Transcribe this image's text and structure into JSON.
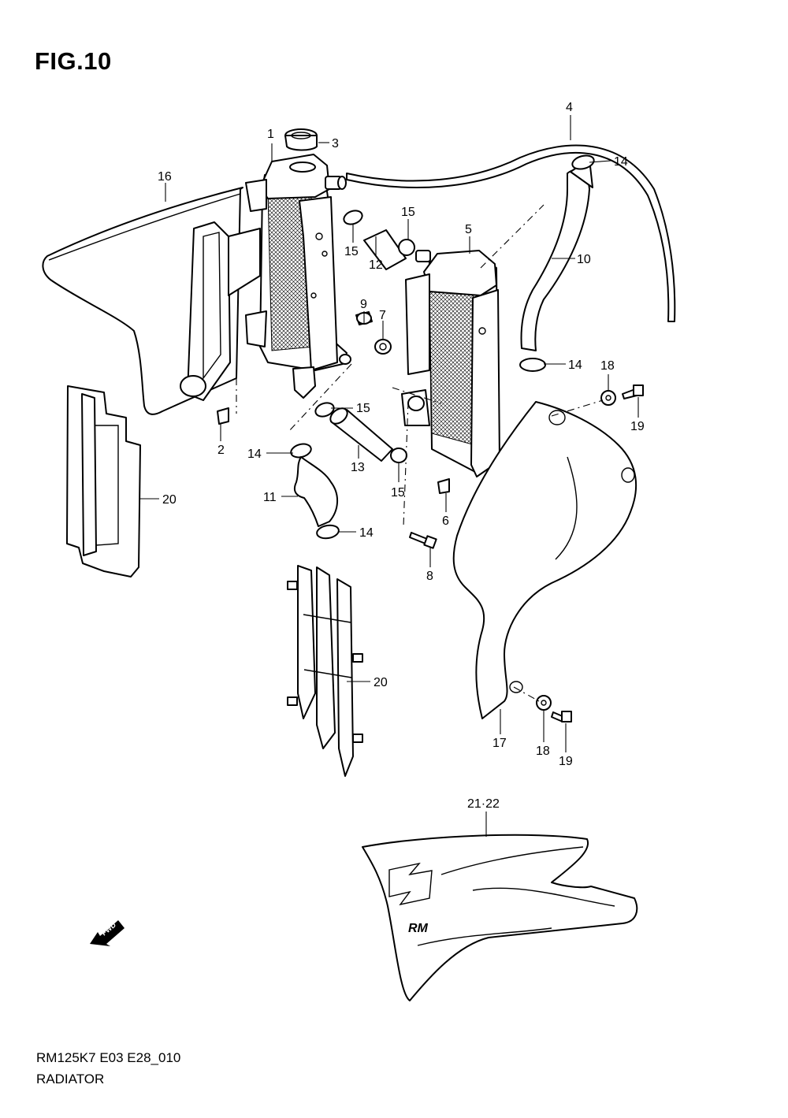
{
  "figure": {
    "title": "FIG.10"
  },
  "footer": {
    "model_code": "RM125K7 E03 E28_010",
    "section_name": "RADIATOR"
  },
  "fwd_badge": {
    "text": "FWD",
    "icon": "fwd-arrow-icon"
  },
  "callouts": {
    "c1": "1",
    "c2": "2",
    "c3": "3",
    "c4": "4",
    "c5": "5",
    "c6": "6",
    "c7": "7",
    "c8": "8",
    "c9": "9",
    "c10": "10",
    "c11": "11",
    "c12": "12",
    "c13": "13",
    "c14a": "14",
    "c14b": "14",
    "c14c": "14",
    "c14d": "14",
    "c15a": "15",
    "c15b": "15",
    "c15c": "15",
    "c15d": "15",
    "c16": "16",
    "c17": "17",
    "c18a": "18",
    "c18b": "18",
    "c19a": "19",
    "c19b": "19",
    "c20a": "20",
    "c20b": "20",
    "c21_22": "21·22"
  }
}
